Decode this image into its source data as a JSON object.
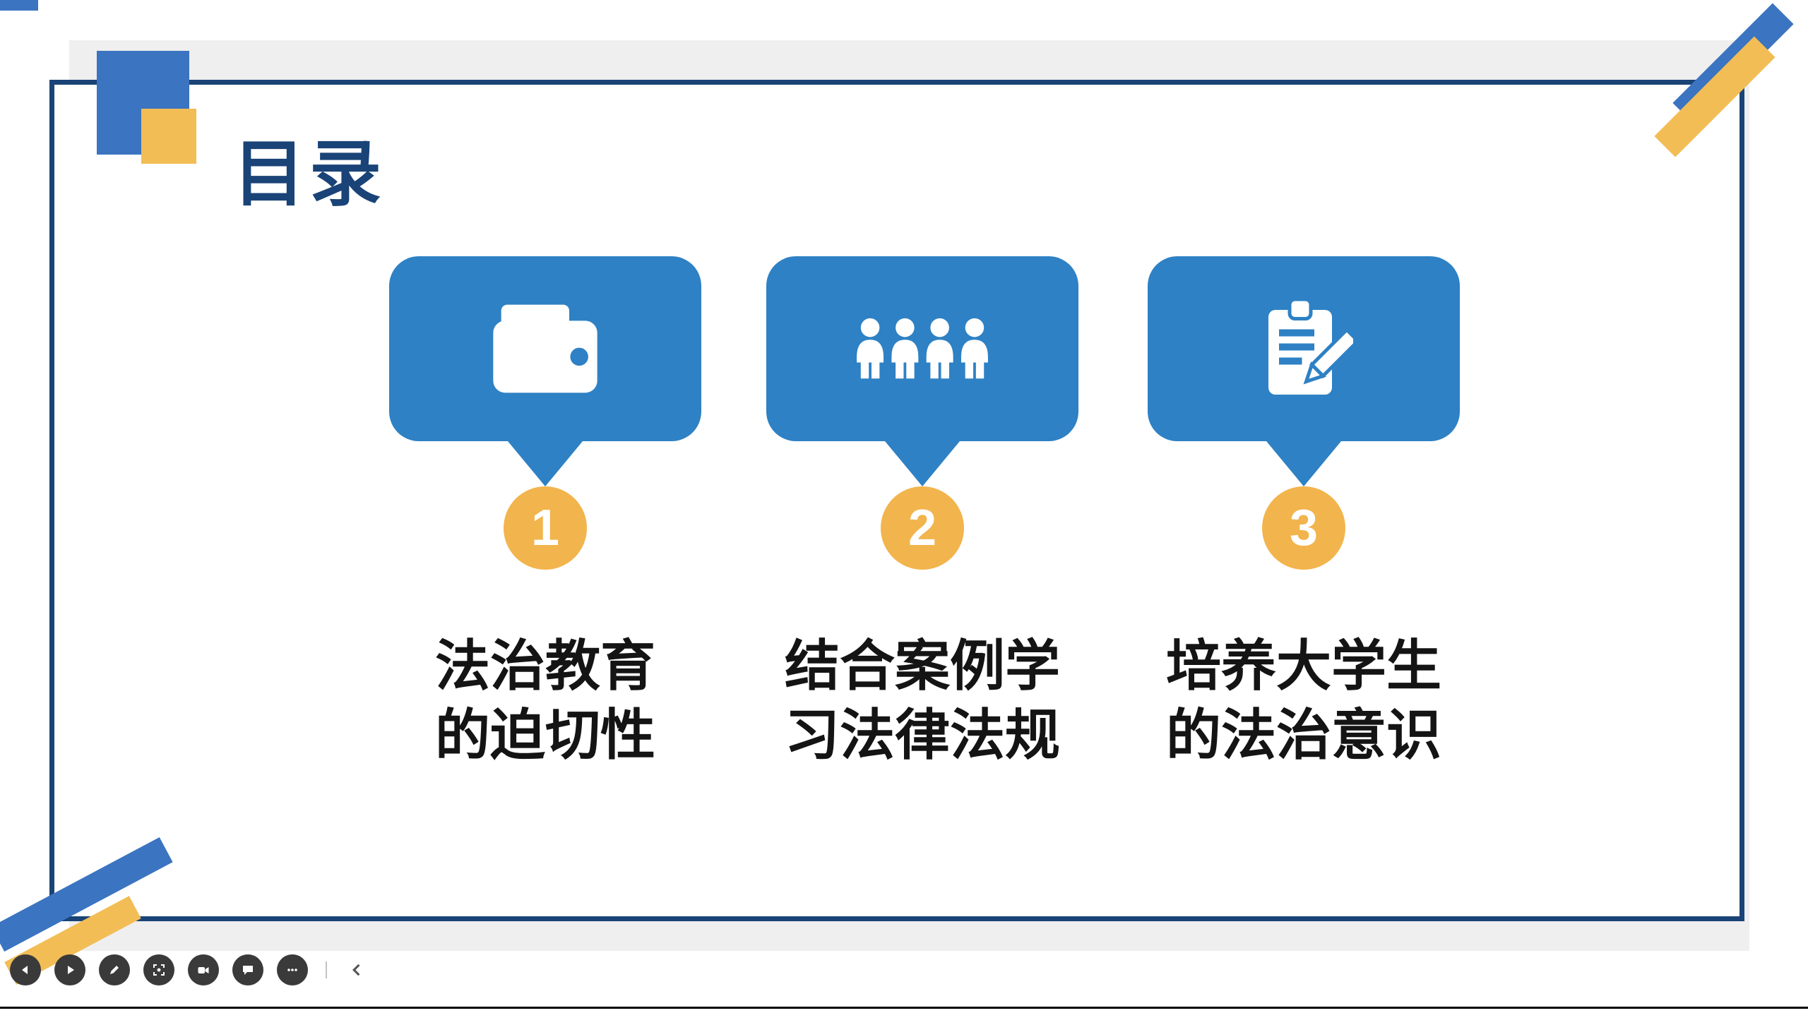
{
  "slide": {
    "title": "目录"
  },
  "items": [
    {
      "number": "1",
      "icon": "wallet-icon",
      "label_line1": "法治教育",
      "label_line2": "的迫切性"
    },
    {
      "number": "2",
      "icon": "people-group-icon",
      "label_line1": "结合案例学",
      "label_line2": "习法律法规"
    },
    {
      "number": "3",
      "icon": "clipboard-pencil-icon",
      "label_line1": "培养大学生",
      "label_line2": "的法治意识"
    }
  ],
  "toolbar": {
    "buttons": [
      "previous-slide",
      "play",
      "pen",
      "spotlight",
      "camera",
      "comment",
      "more-options",
      "collapse-toolbar"
    ]
  },
  "colors": {
    "bubble_blue": "#2E81C4",
    "number_orange": "#F2B44C",
    "navy": "#1A4377",
    "ribbon_blue": "#3B74C0",
    "ribbon_yellow": "#F2BD55",
    "canvas_gray": "#EFEFEF",
    "toolbar_dark": "#3A3A3A"
  }
}
